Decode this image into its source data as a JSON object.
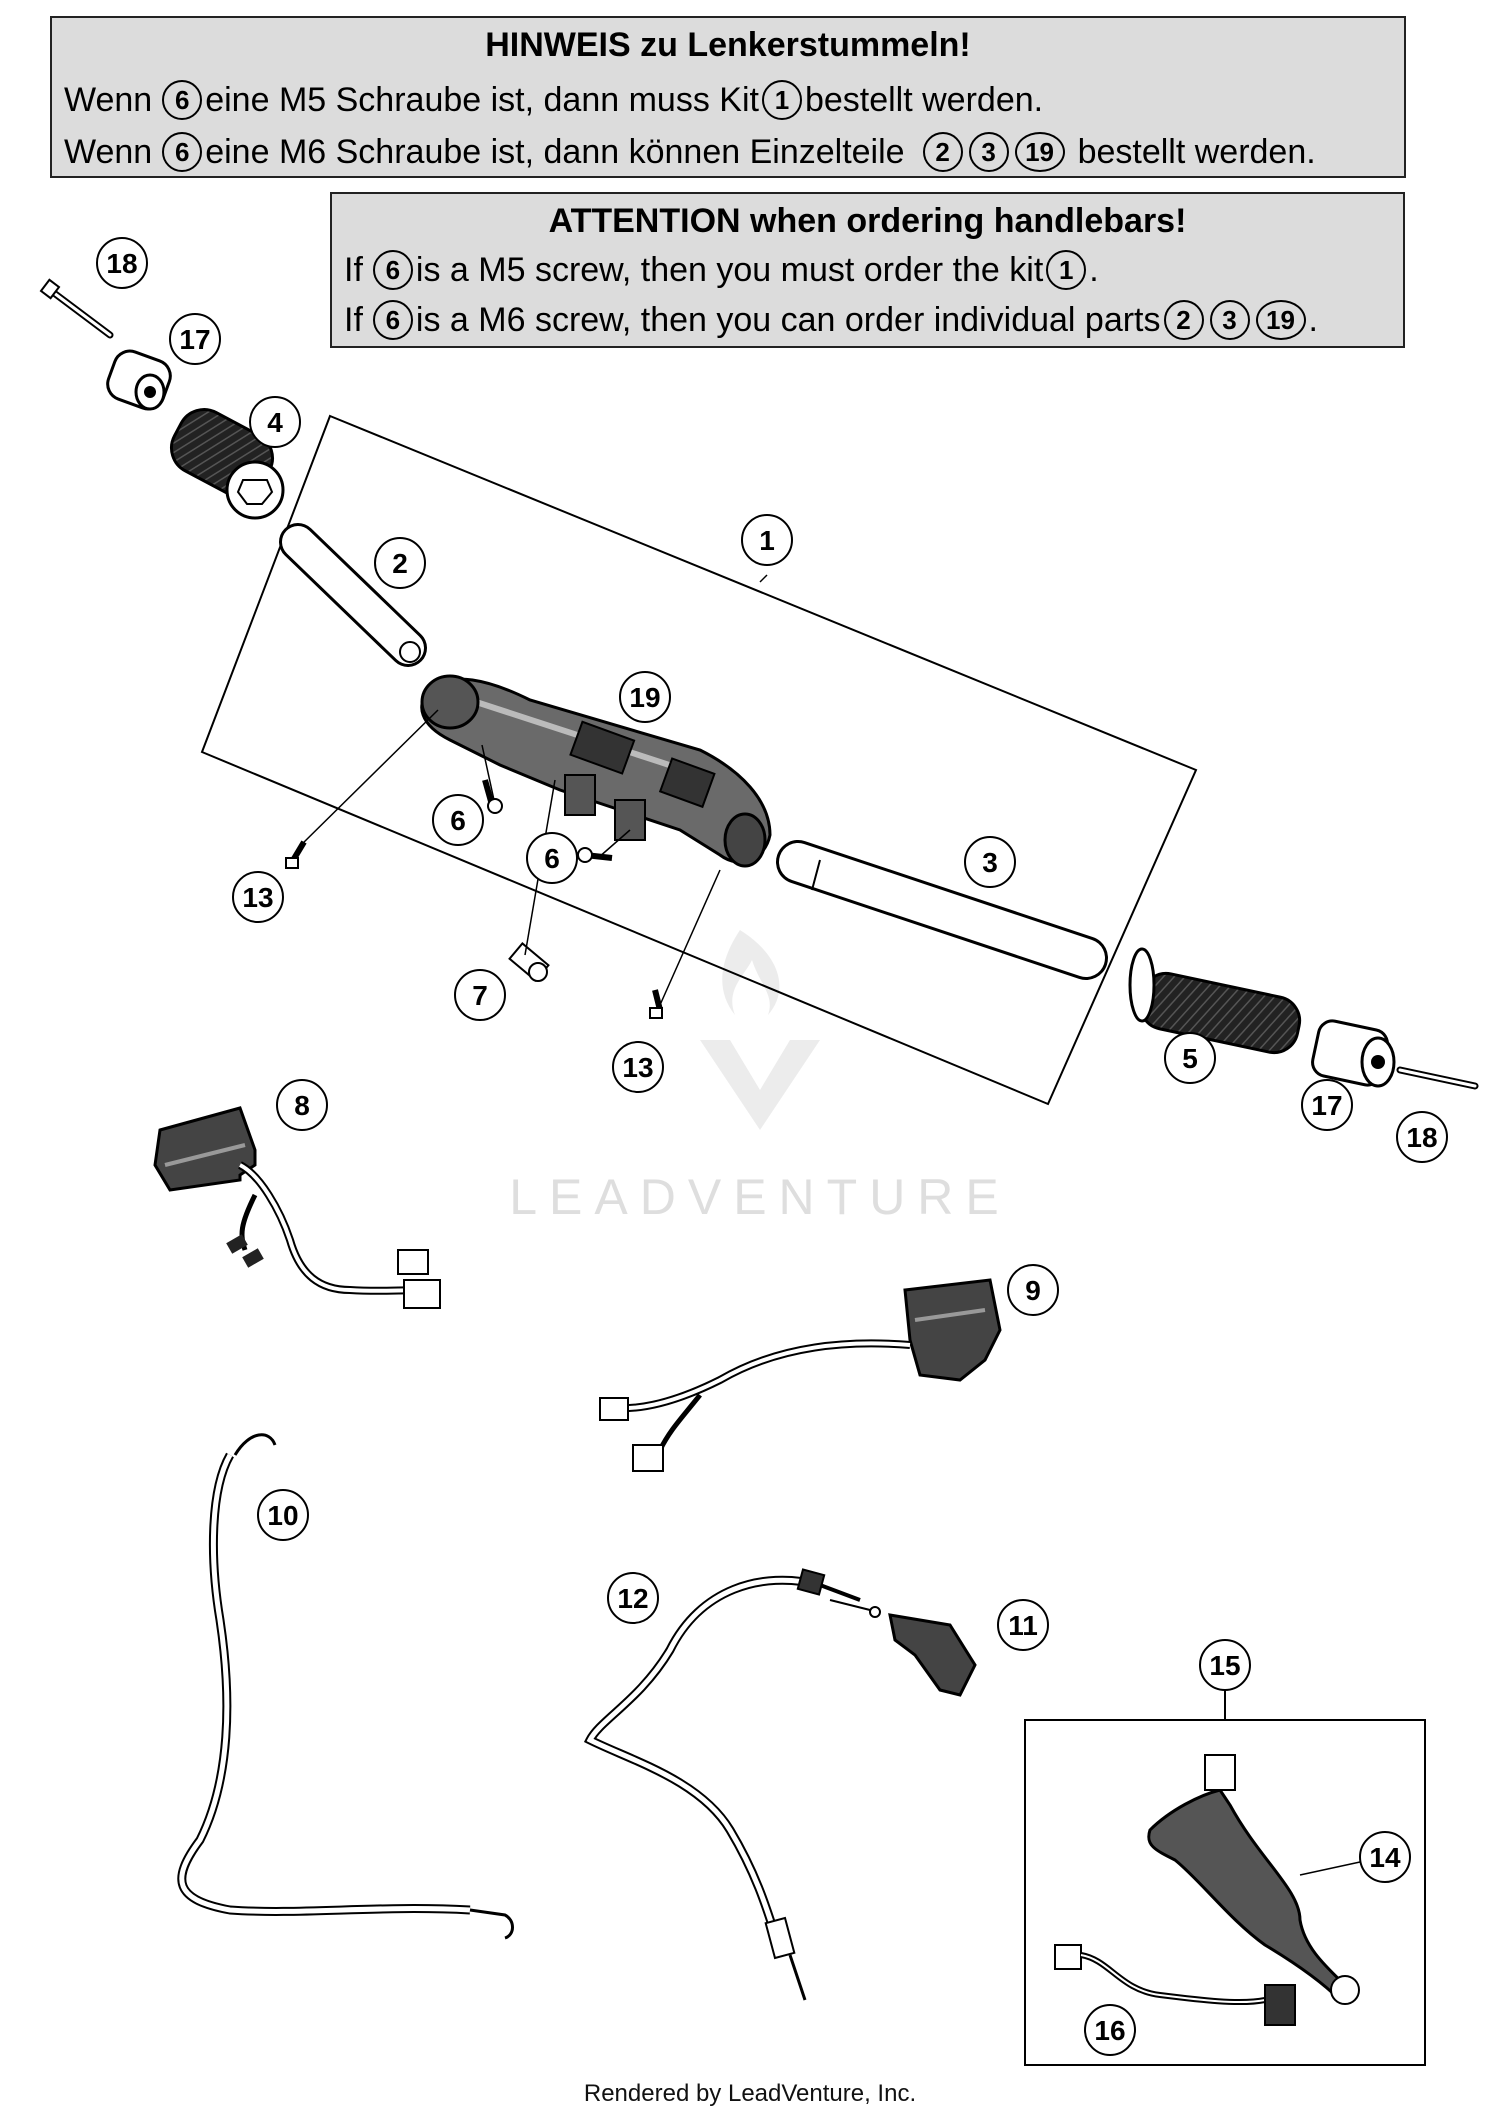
{
  "notice_de": {
    "title": "HINWEIS zu Lenkerstummeln!",
    "line1": {
      "p1": "Wenn",
      "r1": "6",
      "p2": "eine M5 Schraube ist, dann muss Kit",
      "r2": "1",
      "p3": "bestellt werden."
    },
    "line2": {
      "p1": "Wenn",
      "r1": "6",
      "p2": "eine M6 Schraube ist, dann können Einzelteile",
      "r2": "2",
      "r3": "3",
      "r4": "19",
      "p3": "bestellt werden."
    }
  },
  "notice_en": {
    "title": "ATTENTION when ordering handlebars!",
    "line1": {
      "p1": "If",
      "r1": "6",
      "p2": "is a M5 screw, then you must order the kit",
      "r2": "1",
      "p3": "."
    },
    "line2": {
      "p1": "If",
      "r1": "6",
      "p2": "is a M6 screw, then you can order individual parts",
      "r2": "2",
      "r3": "3",
      "r4": "19",
      "p3": "."
    }
  },
  "callouts": {
    "c1": "1",
    "c2": "2",
    "c3": "3",
    "c4": "4",
    "c5": "5",
    "c6a": "6",
    "c6b": "6",
    "c7": "7",
    "c8": "8",
    "c9": "9",
    "c10": "10",
    "c11": "11",
    "c12": "12",
    "c13a": "13",
    "c13b": "13",
    "c14": "14",
    "c15": "15",
    "c16": "16",
    "c17a": "17",
    "c17b": "17",
    "c18a": "18",
    "c18b": "18",
    "c19": "19"
  },
  "watermark": "LEADVENTURE",
  "footer": "Rendered by LeadVenture, Inc."
}
